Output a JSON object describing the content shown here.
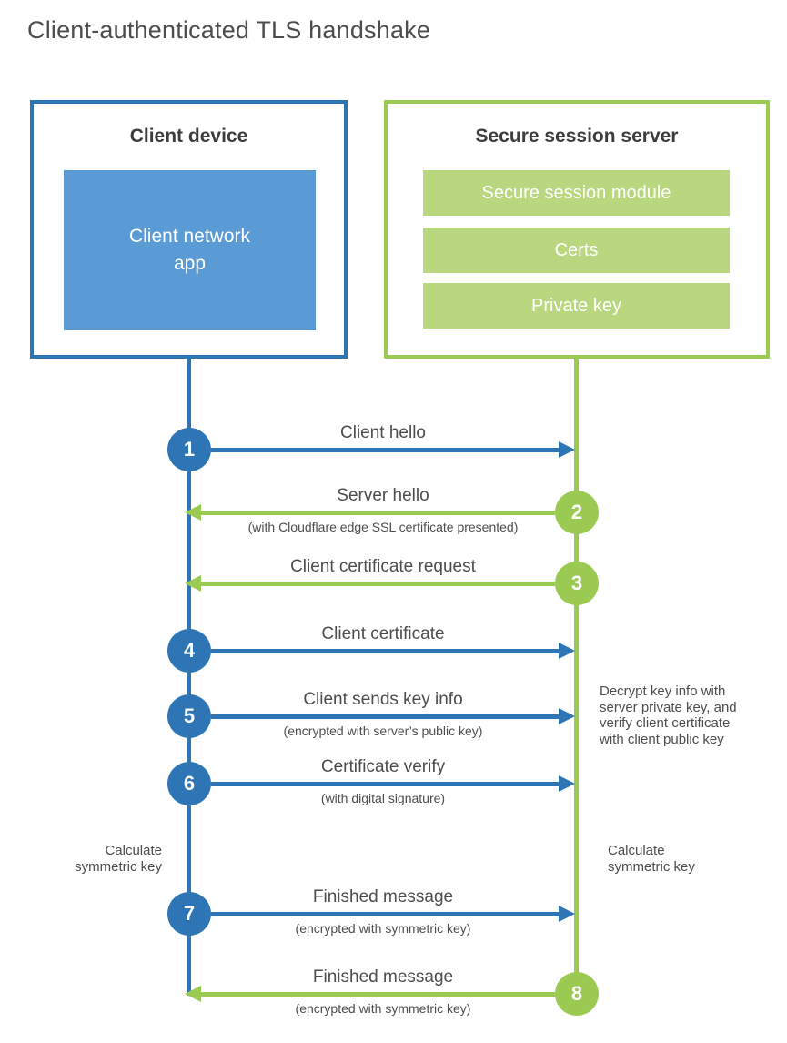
{
  "title": "Client-authenticated TLS handshake",
  "colors": {
    "blue": "#2e75b6",
    "light_blue": "#5b9bd5",
    "green": "#9bca52",
    "light_green": "#b9d77f",
    "text": "#4d4d4d"
  },
  "client_box": {
    "title": "Client device",
    "app_label": "Client network\napp"
  },
  "server_box": {
    "title": "Secure session server",
    "modules": [
      "Secure session module",
      "Certs",
      "Private key"
    ]
  },
  "steps": [
    {
      "num": "1",
      "direction": "right",
      "color": "blue",
      "label": "Client hello",
      "sublabel": ""
    },
    {
      "num": "2",
      "direction": "left",
      "color": "green",
      "label": "Server hello",
      "sublabel": "(with Cloudflare edge SSL certificate presented)"
    },
    {
      "num": "3",
      "direction": "left",
      "color": "green",
      "label": "Client certificate request",
      "sublabel": ""
    },
    {
      "num": "4",
      "direction": "right",
      "color": "blue",
      "label": "Client certificate",
      "sublabel": ""
    },
    {
      "num": "5",
      "direction": "right",
      "color": "blue",
      "label": "Client sends key info",
      "sublabel": "(encrypted with server’s public key)"
    },
    {
      "num": "6",
      "direction": "right",
      "color": "blue",
      "label": "Certificate verify",
      "sublabel": "(with digital signature)"
    },
    {
      "num": "7",
      "direction": "right",
      "color": "blue",
      "label": "Finished message",
      "sublabel": "(encrypted with symmetric key)"
    },
    {
      "num": "8",
      "direction": "left",
      "color": "green",
      "label": "Finished message",
      "sublabel": "(encrypted with symmetric key)"
    }
  ],
  "notes": {
    "server_note": "Decrypt key info with server private key, and verify client certificate with client public key",
    "client_calc": "Calculate symmetric key",
    "server_calc": "Calculate symmetric key"
  }
}
